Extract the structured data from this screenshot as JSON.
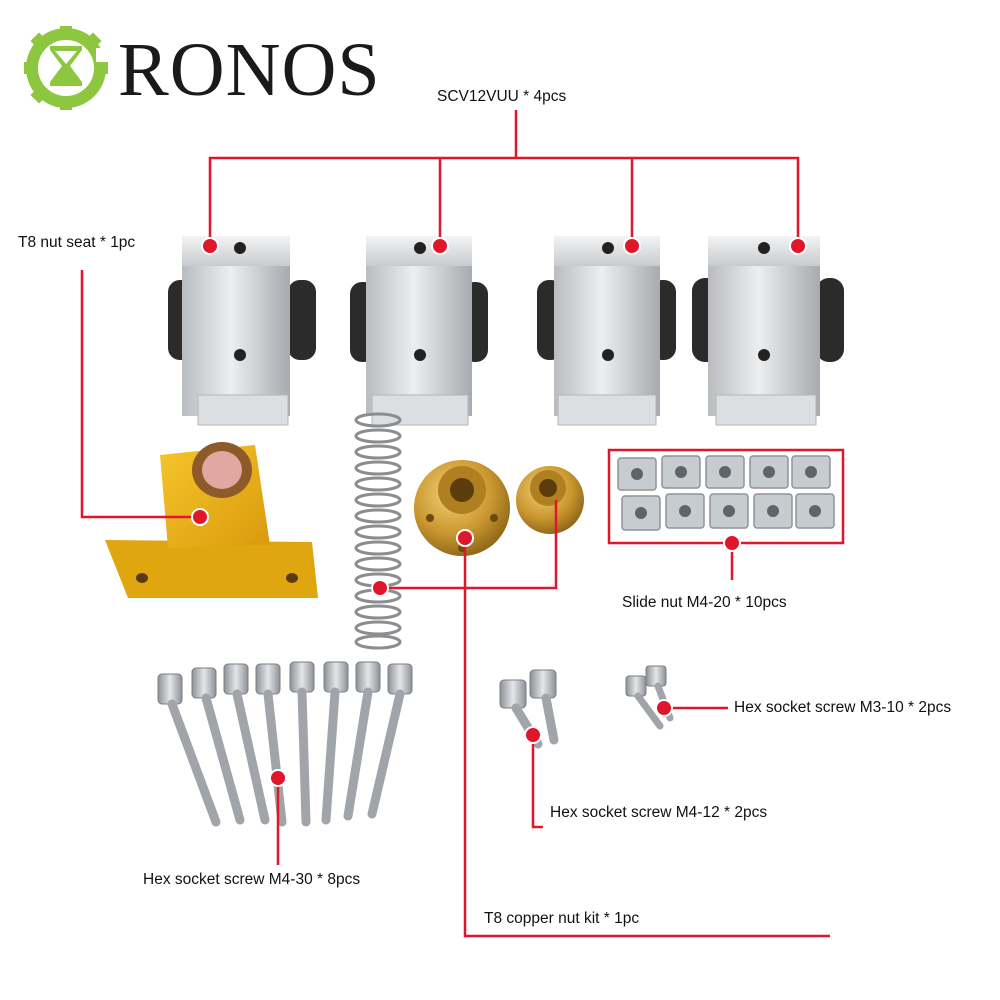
{
  "brand": {
    "name": "RONOS",
    "logo_icon": "gear-hourglass-icon",
    "logo_color": "#8dc63f",
    "text_color": "#1a1a1a"
  },
  "callout_color": "#e0162b",
  "labels": {
    "scv": "SCV12VUU * 4pcs",
    "t8_nut_seat": "T8 nut seat * 1pc",
    "slide_nut": "Slide nut M4-20  * 10pcs",
    "m3_10": "Hex socket screw M3-10 * 2pcs",
    "m4_12": "Hex socket screw M4-12 * 2pcs",
    "m4_30": "Hex socket screw M4-30 * 8pcs",
    "copper_nut_kit": "T8 copper nut kit * 1pc"
  }
}
